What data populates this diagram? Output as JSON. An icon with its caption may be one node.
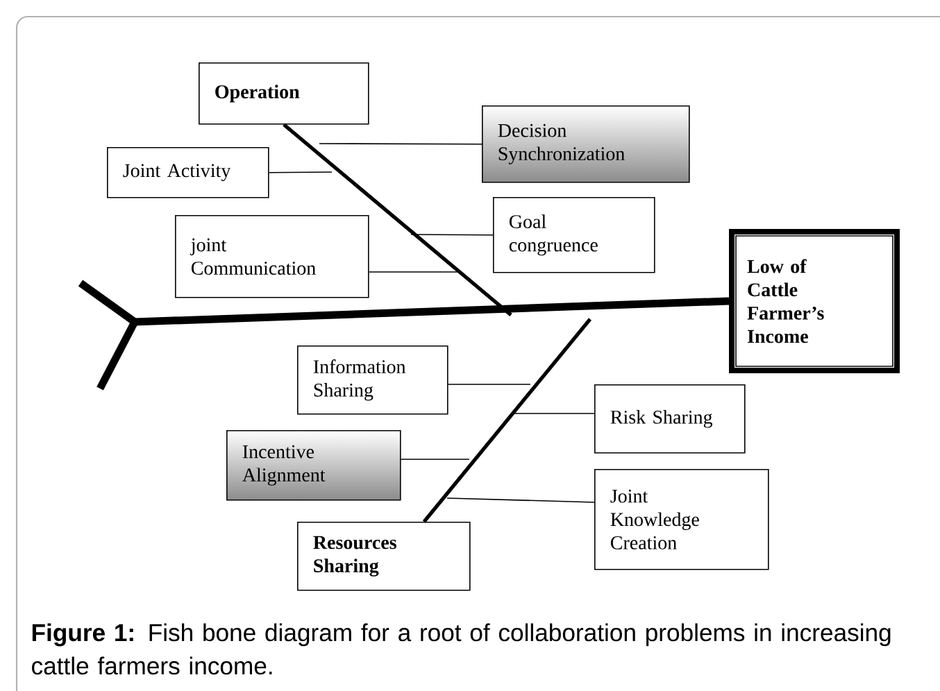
{
  "diagram": {
    "caption": "**Figure 1:** Fish bone diagram for a root of collaboration problems in increasing cattle farmers income.",
    "nodes": [
      {
        "text": [
          "Operation"
        ]
      },
      {
        "text": [
          "Decision Synchronization"
        ]
      },
      {
        "text": [
          "Joint Activity"
        ]
      },
      {
        "text": [
          "joint Communication"
        ]
      },
      {
        "text": [
          "Goal congruence"
        ]
      },
      {
        "text": [
          "Low of Cattle Farmer’s Income"
        ]
      },
      {
        "text": [
          "Information Sharing"
        ]
      },
      {
        "text": [
          "Risk Sharing"
        ]
      },
      {
        "text": [
          "Incentive Alignment"
        ]
      },
      {
        "text": [
          "Joint Knowledge Creation"
        ]
      },
      {
        "text": [
          "Resources Sharing"
        ]
      },
      {
        "text": [],
        "shape": "fork"
      }
    ],
    "edges": [
      {
        "from": 11,
        "to": 5,
        "arrow": "none",
        "style": "thick"
      },
      {
        "from": 0,
        "to": null,
        "arrow": "none",
        "style": "thick"
      },
      {
        "from": 1,
        "to": null,
        "arrow": "none"
      },
      {
        "from": 2,
        "to": null,
        "arrow": "none"
      },
      {
        "from": 4,
        "to": null,
        "arrow": "none"
      },
      {
        "from": 3,
        "to": null,
        "arrow": "none"
      },
      {
        "from": 10,
        "to": null,
        "arrow": "none",
        "style": "thick"
      },
      {
        "from": 6,
        "to": null,
        "arrow": "none"
      },
      {
        "from": 7,
        "to": null,
        "arrow": "none"
      },
      {
        "from": 8,
        "to": null,
        "arrow": "none"
      },
      {
        "from": 9,
        "to": null,
        "arrow": "none"
      }
    ]
  }
}
